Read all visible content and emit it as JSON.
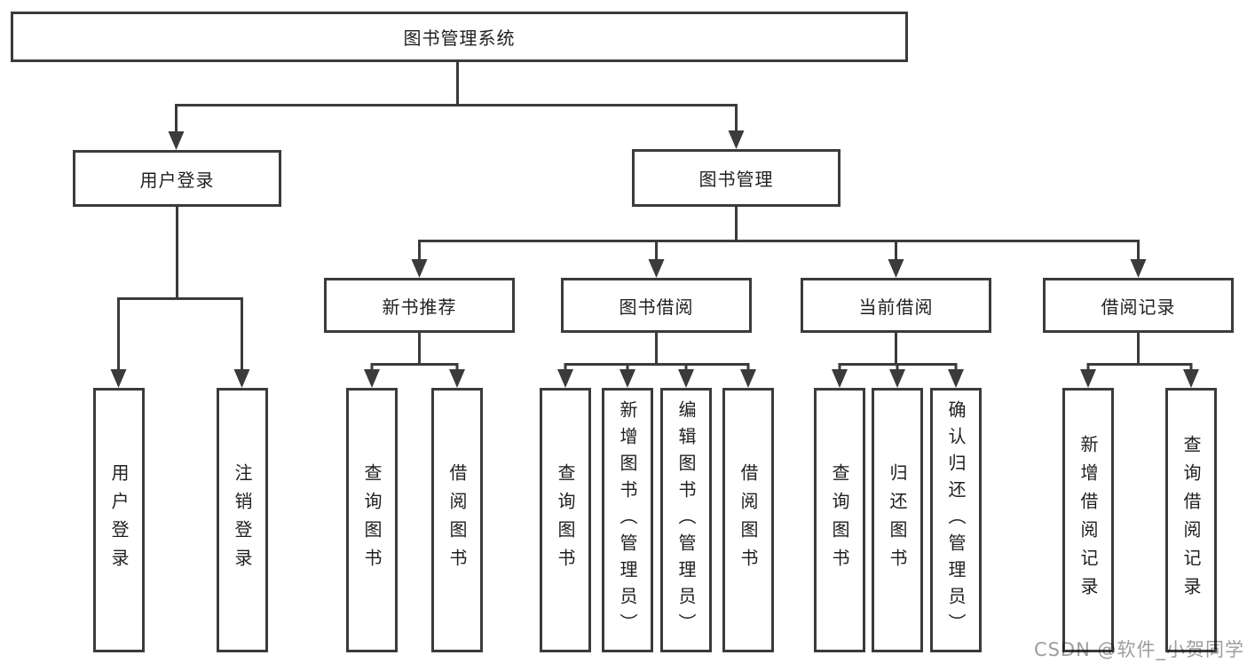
{
  "diagram_title": "图书管理系统",
  "colors": {
    "line": "#3b3b3b",
    "box_border": "#3b3b3b",
    "text": "#1f1f1f",
    "background": "#ffffff",
    "watermark": "#9d9d9d"
  },
  "watermark": {
    "text": "CSDN @软件_小贺同学"
  },
  "nodes": {
    "root": {
      "label": "图书管理系统"
    },
    "user_login": {
      "label": "用户登录"
    },
    "book_mgmt": {
      "label": "图书管理"
    },
    "new_book_rec": {
      "label": "新书推荐"
    },
    "book_borrow": {
      "label": "图书借阅"
    },
    "current_borrow": {
      "label": "当前借阅"
    },
    "borrow_record": {
      "label": "借阅记录"
    },
    "user_login_leaf": {
      "label": "用户登录"
    },
    "logout_leaf": {
      "label": "注销登录"
    },
    "nb_query": {
      "label": "查询图书"
    },
    "nb_borrow": {
      "label": "借阅图书"
    },
    "bb_query": {
      "label": "查询图书"
    },
    "bb_add": {
      "label": "新增图书（管理员）"
    },
    "bb_edit": {
      "label": "编辑图书（管理员）"
    },
    "bb_borrow": {
      "label": "借阅图书"
    },
    "cb_query": {
      "label": "查询图书"
    },
    "cb_return": {
      "label": "归还图书"
    },
    "cb_confirm": {
      "label": "确认归还（管理员）"
    },
    "br_add": {
      "label": "新增借阅记录"
    },
    "br_query": {
      "label": "查询借阅记录"
    }
  },
  "tree": {
    "root": "图书管理系统",
    "children": [
      {
        "label": "用户登录",
        "children": [
          "用户登录",
          "注销登录"
        ]
      },
      {
        "label": "图书管理",
        "children": [
          {
            "label": "新书推荐",
            "children": [
              "查询图书",
              "借阅图书"
            ]
          },
          {
            "label": "图书借阅",
            "children": [
              "查询图书",
              "新增图书（管理员）",
              "编辑图书（管理员）",
              "借阅图书"
            ]
          },
          {
            "label": "当前借阅",
            "children": [
              "查询图书",
              "归还图书",
              "确认归还（管理员）"
            ]
          },
          {
            "label": "借阅记录",
            "children": [
              "新增借阅记录",
              "查询借阅记录"
            ]
          }
        ]
      }
    ]
  }
}
